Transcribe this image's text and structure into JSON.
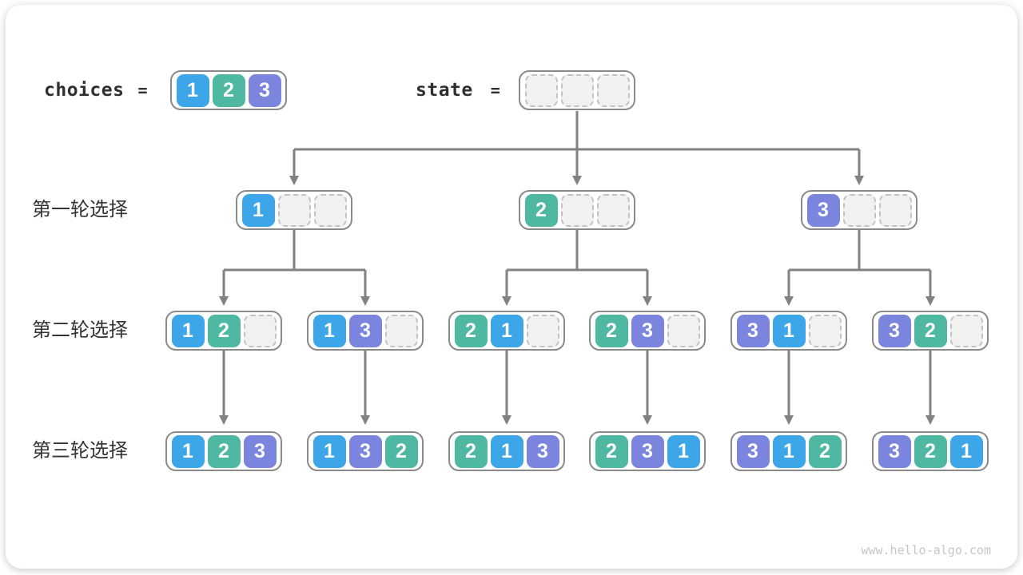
{
  "header": {
    "choices_label": "choices",
    "state_label": "state",
    "equals": "="
  },
  "boxes": {
    "choices": [
      "1",
      "2",
      "3"
    ],
    "state": [
      "",
      "",
      ""
    ]
  },
  "row_labels": [
    "第一轮选择",
    "第二轮选择",
    "第三轮选择"
  ],
  "tree": {
    "level1": [
      [
        "1",
        "",
        ""
      ],
      [
        "2",
        "",
        ""
      ],
      [
        "3",
        "",
        ""
      ]
    ],
    "level2": [
      [
        "1",
        "2",
        ""
      ],
      [
        "1",
        "3",
        ""
      ],
      [
        "2",
        "1",
        ""
      ],
      [
        "2",
        "3",
        ""
      ],
      [
        "3",
        "1",
        ""
      ],
      [
        "3",
        "2",
        ""
      ]
    ],
    "level3": [
      [
        "1",
        "2",
        "3"
      ],
      [
        "1",
        "3",
        "2"
      ],
      [
        "2",
        "1",
        "3"
      ],
      [
        "2",
        "3",
        "1"
      ],
      [
        "3",
        "1",
        "2"
      ],
      [
        "3",
        "2",
        "1"
      ]
    ]
  },
  "colors": {
    "1": "#3ca6e8",
    "2": "#4fb8a2",
    "3": "#7b85de",
    "line": "#828282",
    "node_border": "#8a8a8a",
    "empty_fill": "#f1f1f1",
    "empty_border": "#c3c3c3",
    "text": "#2f2f2f",
    "watermark": "#c6c6c6"
  },
  "watermark": "www.hello-algo.com"
}
